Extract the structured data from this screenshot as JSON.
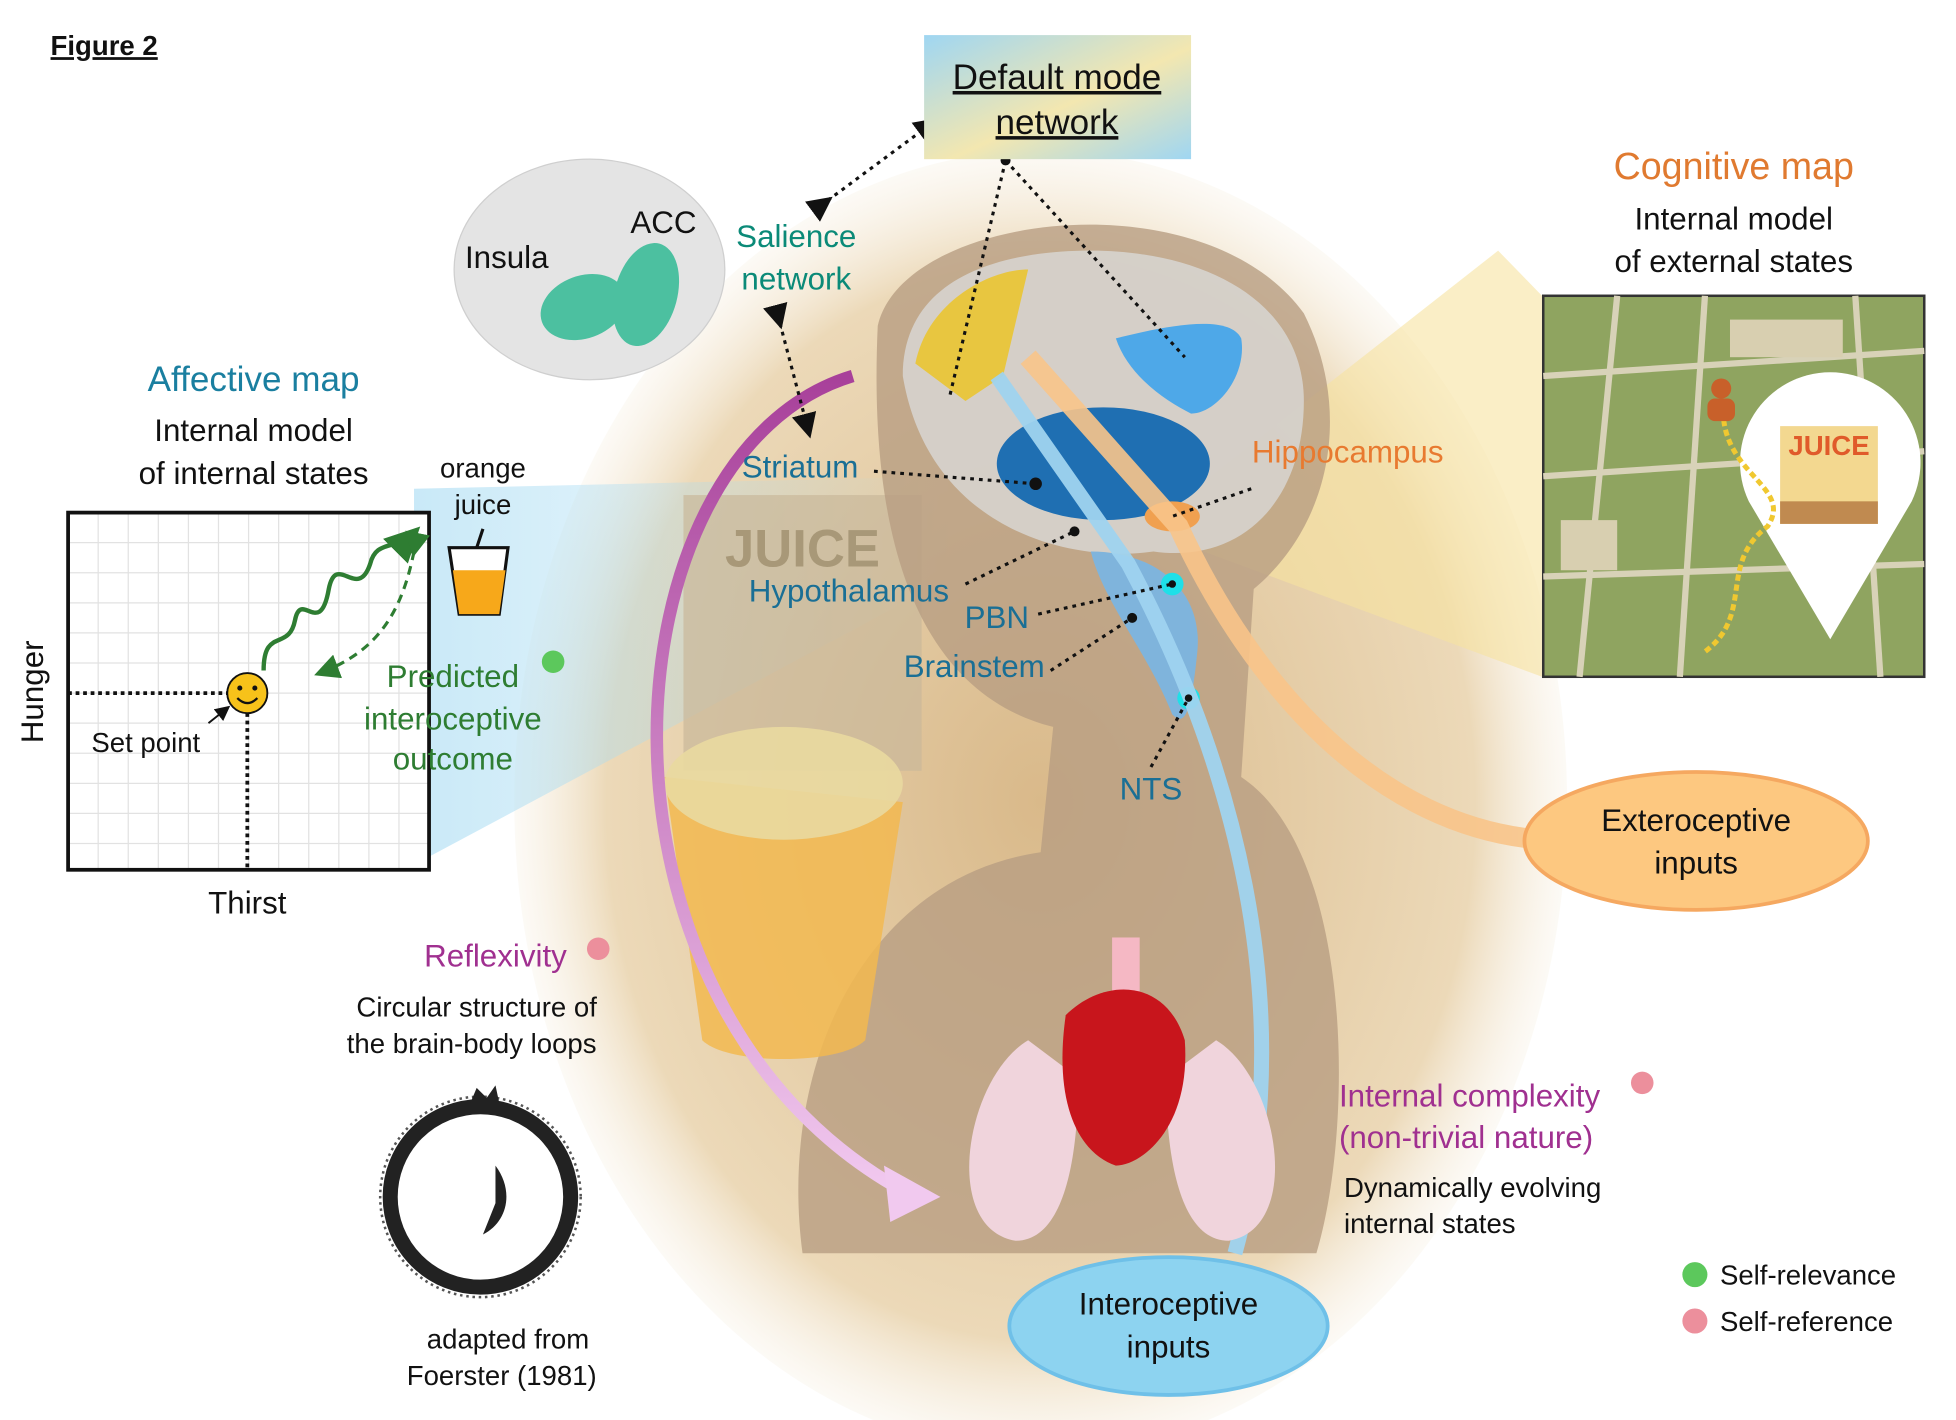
{
  "figure_label": "Figure 2",
  "colors": {
    "salience": "#0b8a78",
    "affective": "#1a7fa0",
    "cognitive": "#e07a30",
    "predicted": "#2e7d32",
    "reflexivity": "#a03090",
    "brain_region": "#1a6f95",
    "hippocampus": "#e87a30",
    "self_relevance": "#5cc85c",
    "self_reference": "#ec8f9c",
    "exteroceptive": "#fdc880",
    "interoceptive": "#8dd3f0"
  },
  "default_mode": {
    "line1": "Default mode",
    "line2": "network"
  },
  "salience": {
    "line1": "Salience",
    "line2": "network"
  },
  "brain_inset": {
    "insula": "Insula",
    "acc": "ACC"
  },
  "affective_map": {
    "title": "Affective map",
    "line1": "Internal model",
    "line2": "of internal states",
    "y_axis": "Hunger",
    "x_axis": "Thirst",
    "set_point": "Set point",
    "juice_line1": "orange",
    "juice_line2": "juice"
  },
  "predicted": {
    "line1": "Predicted",
    "line2": "interoceptive",
    "line3": "outcome"
  },
  "reflexivity": {
    "title": "Reflexivity",
    "line1": "Circular structure of",
    "line2": "the brain-body loops",
    "credit1": "adapted from",
    "credit2": "Foerster (1981)"
  },
  "regions": {
    "striatum": "Striatum",
    "hypothalamus": "Hypothalamus",
    "pbn": "PBN",
    "brainstem": "Brainstem",
    "nts": "NTS",
    "hippocampus": "Hippocampus"
  },
  "storefront_sign": "JUICE",
  "cognitive_map": {
    "title": "Cognitive map",
    "line1": "Internal model",
    "line2": "of external states",
    "map_sign": "JUICE"
  },
  "exteroceptive": {
    "line1": "Exteroceptive",
    "line2": "inputs"
  },
  "interoceptive": {
    "line1": "Interoceptive",
    "line2": "inputs"
  },
  "complexity": {
    "title1": "Internal complexity",
    "title2": "(non-trivial nature)",
    "line1": "Dynamically evolving",
    "line2": "internal states"
  },
  "legend": {
    "self_relevance": "Self-relevance",
    "self_reference": "Self-reference"
  }
}
